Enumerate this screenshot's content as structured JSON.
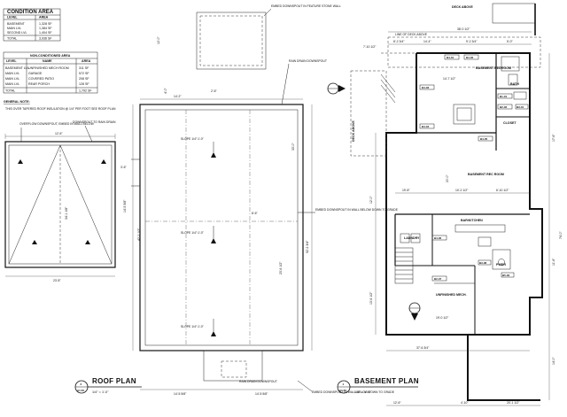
{
  "condition_table": {
    "title": "CONDITION AREA",
    "headers": [
      "LEVEL",
      "AREA"
    ],
    "rows": [
      [
        "BASEMENT",
        "1,328 SF"
      ],
      [
        "MAIN LVL",
        "1,384 SF"
      ],
      [
        "SECOND LVL",
        "1,404 SF"
      ]
    ],
    "total_label": "TOTAL",
    "total_value": "3,936 SF"
  },
  "nonconditioned_table": {
    "title": "NON-CONDITIONED AREA",
    "headers": [
      "LEVEL",
      "NAME",
      "AREA"
    ],
    "rows": [
      [
        "BASEMENT LVL",
        "UNFINISHED MECH ROOM",
        "311 SF"
      ],
      [
        "MAIN LVL",
        "GARAGE",
        "572 SF"
      ],
      [
        "MAIN LVL",
        "COVERED PATIO",
        "208 SF"
      ],
      [
        "MAIN LVL",
        "REAR PORCH",
        "128 SF"
      ]
    ],
    "total_label": "TOTAL",
    "total_value": "1,792 SF"
  },
  "general_note": {
    "heading": "GENERAL NOTE:",
    "items": [
      "THIS OVER TAPERED ROOF INSULATION @ 1/4\" PER FOOT SEE ROOF PLAN"
    ]
  },
  "roof_plan": {
    "title": "ROOF PLAN",
    "scale": "1/4\" = 1'-0\"",
    "tag_num": "2",
    "tag_sheet": "A1.50",
    "notes": {
      "overflow": "OVERFLOW DOWNSPOUT, EMBED IN WALL BELOW",
      "downspout": "DOWNSPOUT TO RAIN DRAIN",
      "embed_top": "EMBED DOWNSPOUT IN FEATURE STONE WALL",
      "rain_drain_top": "RAIN DRAIN DOWNSPOUT",
      "embed_mid": "EMBED DOWNSPOUT IN WALL BELOW DOWN TO GRADE",
      "rain_drain_bottom": "RAIN DRAIN DOWNSPOUT",
      "embed_bottom": "EMBED DOWNSPOUT IN WALL BELOW DOWN TO GRADE"
    },
    "slopes": [
      "SLOPE 1/4\":1'-0\"",
      "SLOPE 1/4\":1'-0\"",
      "SLOPE 1/4\":1'-0\""
    ],
    "dims": {
      "left_top": "12'-6\"",
      "left_w": "34'-1 1/8\"",
      "left_h": "14'-5 5/8\"",
      "left_h2": "3'-6\"",
      "left_bot": "23'-8\"",
      "main_top": "14'-2\"",
      "main_overall": "52'-2 3/4\"",
      "main_side": "33'-0\"",
      "main_w": "23'-6 1/2\"",
      "main_mid": "8'-6\"",
      "main_low": "2'-6\"",
      "bot_1": "14'-5 5/8\"",
      "bot_2": "14'-5 5/8\"",
      "tall_1": "42'-2 1/2\"",
      "tall_2": "12'-0\"",
      "tall_3": "4'-0\""
    }
  },
  "basement_plan": {
    "title": "BASEMENT PLAN",
    "scale": "1/4\" = 1'-0\"",
    "tag_num": "1",
    "tag_sheet": "A1.50",
    "labels": {
      "deck_above_top": "DECK ABOVE",
      "deck_above_left": "DECK ABOVE",
      "line_of_deck": "LINE OF DECK ABOVE",
      "basement_bed": "BASEMENT BEDROOM",
      "bath": "BATH",
      "closet": "CLOSET",
      "rec_room": "BASEMENT REC ROOM",
      "bar_kitchen": "BAR/KITCHEN",
      "laundry": "LAUNDRY",
      "pwdr": "PWDR",
      "mech": "UNFINISHED MECH."
    },
    "tags": [
      "B4-01",
      "B4-02",
      "B4-03",
      "B4-04",
      "B1-01",
      "B2-02",
      "B3-01",
      "B4-05",
      "B4-06",
      "B2-07",
      "B3-08",
      "B5-02"
    ],
    "dims": {
      "top_overall": "38'-0 1/2\"",
      "top_a": "8'-2 3/4\"",
      "top_b": "14'-4\"",
      "top_c": "9'-2 3/4\"",
      "top_d": "7'-10 1/2\"",
      "top_e": "5'-0\"",
      "right_overall": "74'-0\"",
      "right_a": "17'-6\"",
      "right_b": "11'-6\"",
      "right_c": "14'-0\"",
      "left_a": "12'-0\"",
      "left_b": "13'-6 1/2\"",
      "rec_w": "19'-8\"",
      "rec_h": "20'-0\"",
      "bed_w": "14'-7 1/2\"",
      "mid_a": "10'-2 1/2\"",
      "mid_b": "6'-10 1/2\"",
      "bot_overall": "37'-6 3/4\"",
      "bot_a": "12'-6\"",
      "bot_b": "4'-10\"",
      "bot_c": "20'-1 1/2\"",
      "mech_w": "19'-0 1/2\""
    }
  }
}
